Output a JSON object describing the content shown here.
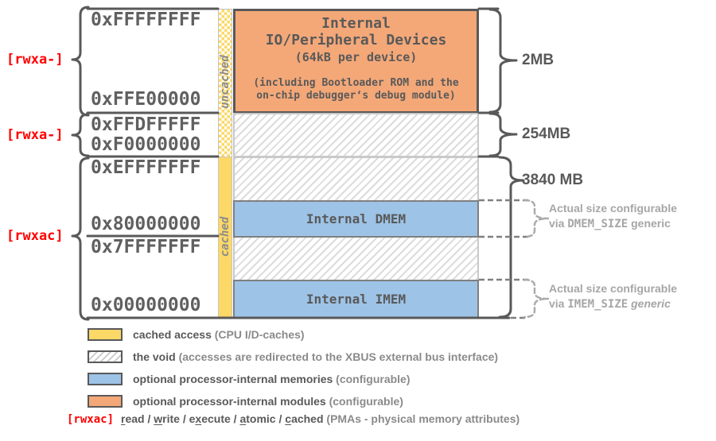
{
  "colors": {
    "cached_yellow": "#FCD866",
    "memory_blue": "#9DC3E6",
    "module_orange": "#F4A878",
    "hatch_gray": "#DCDCDC",
    "dark_gray": "#595959",
    "mid_gray": "#808080",
    "light_gray": "#A6A6A6",
    "pma_red": "#FF0000"
  },
  "pma_labels": [
    "[rwxa-]",
    "[rwxa-]",
    "[rwxac]"
  ],
  "addresses": [
    "0xFFFFFFFF",
    "0xFFE00000",
    "0xFFDFFFFF",
    "0xF0000000",
    "0xEFFFFFFF",
    "0x80000000",
    "0x7FFFFFFF",
    "0x00000000"
  ],
  "strips": {
    "uncached": "uncached",
    "cached": "cached"
  },
  "blocks": {
    "io": {
      "line1": "Internal",
      "line2": "IO/Peripheral Devices",
      "line3": "(64kB per device)",
      "line4": "(including Bootloader ROM and the",
      "line5": "on-chip debugger‘s debug module)"
    },
    "dmem_label": "Internal DMEM",
    "imem_label": "Internal IMEM"
  },
  "sizes": {
    "io_region": "2MB",
    "void_region": "254MB",
    "cached_region": "3840 MB"
  },
  "annotations": {
    "dmem": {
      "line1": "Actual size configurable",
      "line2": [
        {
          "t": "via ",
          "s": ""
        },
        {
          "t": "DMEM_SIZE",
          "s": "mono"
        },
        {
          "t": " generic",
          "s": ""
        }
      ]
    },
    "imem": {
      "line1": "Actual size configurable",
      "line2": [
        {
          "t": "via ",
          "s": ""
        },
        {
          "t": "IMEM_SIZE",
          "s": "mono"
        },
        {
          "t": " generic",
          "s": "it"
        }
      ]
    }
  },
  "legend": {
    "rows": [
      {
        "swatch": "cached",
        "segments": [
          {
            "t": "cached access ",
            "s": ""
          },
          {
            "t": "(CPU I/D-caches)",
            "s": "paren"
          }
        ]
      },
      {
        "swatch": "void",
        "segments": [
          {
            "t": "the void ",
            "s": ""
          },
          {
            "t": "(accesses are redirected to the XBUS external bus interface)",
            "s": "paren"
          }
        ]
      },
      {
        "swatch": "memories",
        "segments": [
          {
            "t": "optional processor-internal memories ",
            "s": ""
          },
          {
            "t": "(configurable)",
            "s": "paren"
          }
        ]
      },
      {
        "swatch": "modules",
        "segments": [
          {
            "t": "optional processor-internal modules ",
            "s": ""
          },
          {
            "t": "(configurable)",
            "s": "paren"
          }
        ]
      }
    ],
    "pma": {
      "label": "[rwxac]",
      "segments": [
        {
          "t": "r",
          "s": "u"
        },
        {
          "t": "ead / ",
          "s": ""
        },
        {
          "t": "w",
          "s": "u"
        },
        {
          "t": "rite / e",
          "s": ""
        },
        {
          "t": "x",
          "s": "u"
        },
        {
          "t": "ecute / ",
          "s": ""
        },
        {
          "t": "a",
          "s": "u"
        },
        {
          "t": "tomic / ",
          "s": ""
        },
        {
          "t": "c",
          "s": "u"
        },
        {
          "t": "ached ",
          "s": ""
        },
        {
          "t": "(PMAs - physical memory attributes)",
          "s": "paren"
        }
      ]
    }
  }
}
